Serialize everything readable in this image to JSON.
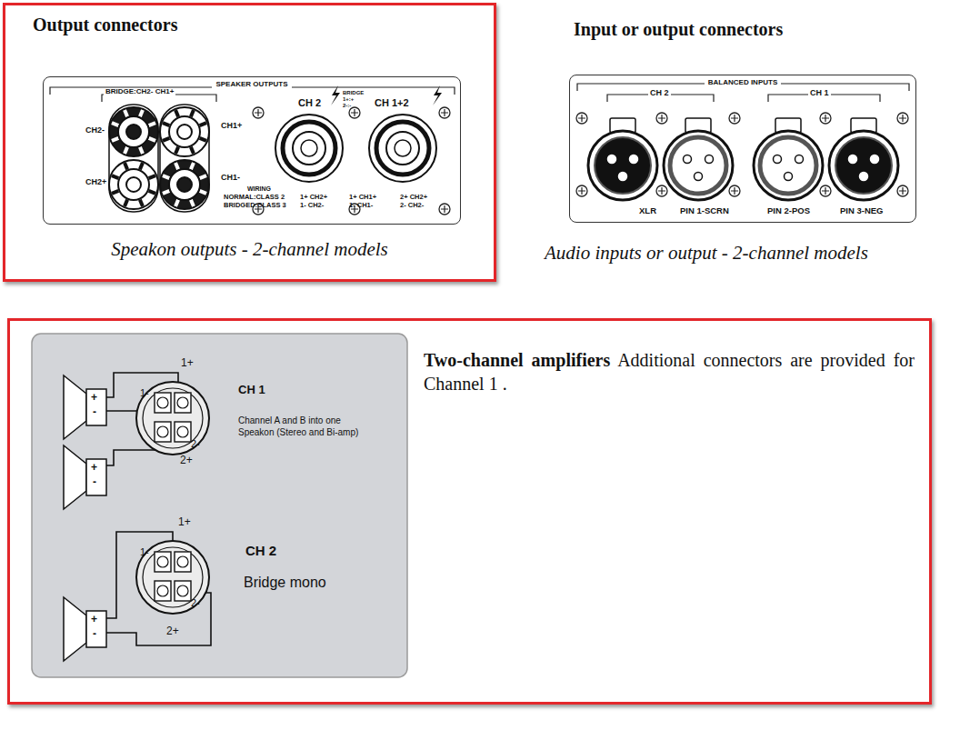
{
  "diagram": {
    "nodes": [
      {
        "text": [
          "Output connectors",
          "Speakon outputs - 2-channel models"
        ]
      },
      {
        "text": [
          "SPEAKER OUTPUTS"
        ],
        "in": 0
      },
      {
        "text": [
          "Input or output connectors",
          "BALANCED INPUTS",
          "Audio inputs or output - 2-channel models"
        ]
      },
      {
        "text": [
          "Two-channel amplifiers",
          "Additional connectors are provided for Channel 1 ."
        ]
      }
    ],
    "labels": [
      "BRIDGE:CH2- CH1+",
      "CH2-",
      "CH2+",
      "CH1+",
      "CH1-",
      "CH 2",
      "BRIDGE",
      "1+:+",
      "2-:-",
      "CH 1+2",
      "WIRING",
      "NORMAL:CLASS 2",
      "1+ CH2+",
      "1+ CH1+",
      "2+ CH2+",
      "BRIDGED:CLASS 3",
      "1- CH2-",
      "1- CH1-",
      "2- CH2-",
      "CH 2",
      "CH 1",
      "XLR",
      "PIN 1-SCRN",
      "PIN 2-POS",
      "PIN 3-NEG",
      "1+",
      "1-",
      "2-",
      "2+",
      "+",
      "-",
      "+",
      "-",
      "CH 1",
      "Channel A and B into one Speakon (Stereo and Bi-amp)",
      "1+",
      "1-",
      "2-",
      "2+",
      "CH 2",
      "Bridge mono",
      "+",
      "-"
    ]
  }
}
